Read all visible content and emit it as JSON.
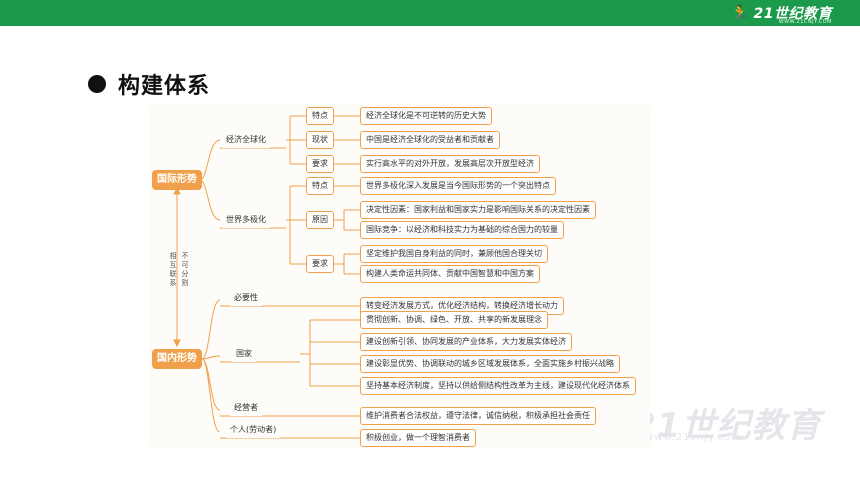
{
  "header": {
    "logo_text": "21世纪教育",
    "logo_sub": "WWW.21CNJY.COM",
    "logo_icon": "runner-icon"
  },
  "slide": {
    "heading": "构建体系"
  },
  "mindmap": {
    "international": "国际形势",
    "domestic": "国内形势",
    "relation_left": "相互联系",
    "relation_right": "不可分割",
    "globalization": "经济全球化",
    "multipolar": "世界多极化",
    "g_trait_label": "特点",
    "g_trait": "经济全球化是不可逆转的历史大势",
    "g_status_label": "现状",
    "g_status": "中国是经济全球化的受益者和贡献者",
    "g_req_label": "要求",
    "g_req": "实行高水平的对外开放，发展高层次开放型经济",
    "m_trait_label": "特点",
    "m_trait": "世界多极化深入发展是当今国际形势的一个突出特点",
    "m_cause_label": "原因",
    "m_cause_1": "决定性因素：国家利益和国家实力是影响国际关系的决定性因素",
    "m_cause_2": "国际竞争：以经济和科技实力为基础的综合国力的较量",
    "m_req_label": "要求",
    "m_req_1": "坚定维护我国自身利益的同时，兼顾他国合理关切",
    "m_req_2": "构建人类命运共同体、贡献中国智慧和中国方案",
    "necessity": "必要性",
    "necessity_text": "转变经济发展方式，优化经济结构，转换经济增长动力",
    "state": "国家",
    "state_1": "贯彻创新、协调、绿色、开放、共享的新发展理念",
    "state_2": "建设创新引领、协同发展的产业体系，大力发展实体经济",
    "state_3": "建设彰显优势、协调联动的城乡区域发展体系，全面实施乡村振兴战略",
    "state_4": "坚持基本经济制度，坚持以供给侧结构性改革为主线，建设现代化经济体系",
    "operator": "经营者",
    "operator_text": "维护消费者合法权益，遵守法律，诚信纳税，积极承担社会责任",
    "individual": "个人(劳动者)",
    "individual_text": "积极创业，做一个理智消费者"
  },
  "watermark": {
    "text": "21世纪教育",
    "sub": "www.21cnjy.com"
  },
  "colors": {
    "brand_green": "#1a9a4a",
    "node_orange": "#f0a04b"
  }
}
